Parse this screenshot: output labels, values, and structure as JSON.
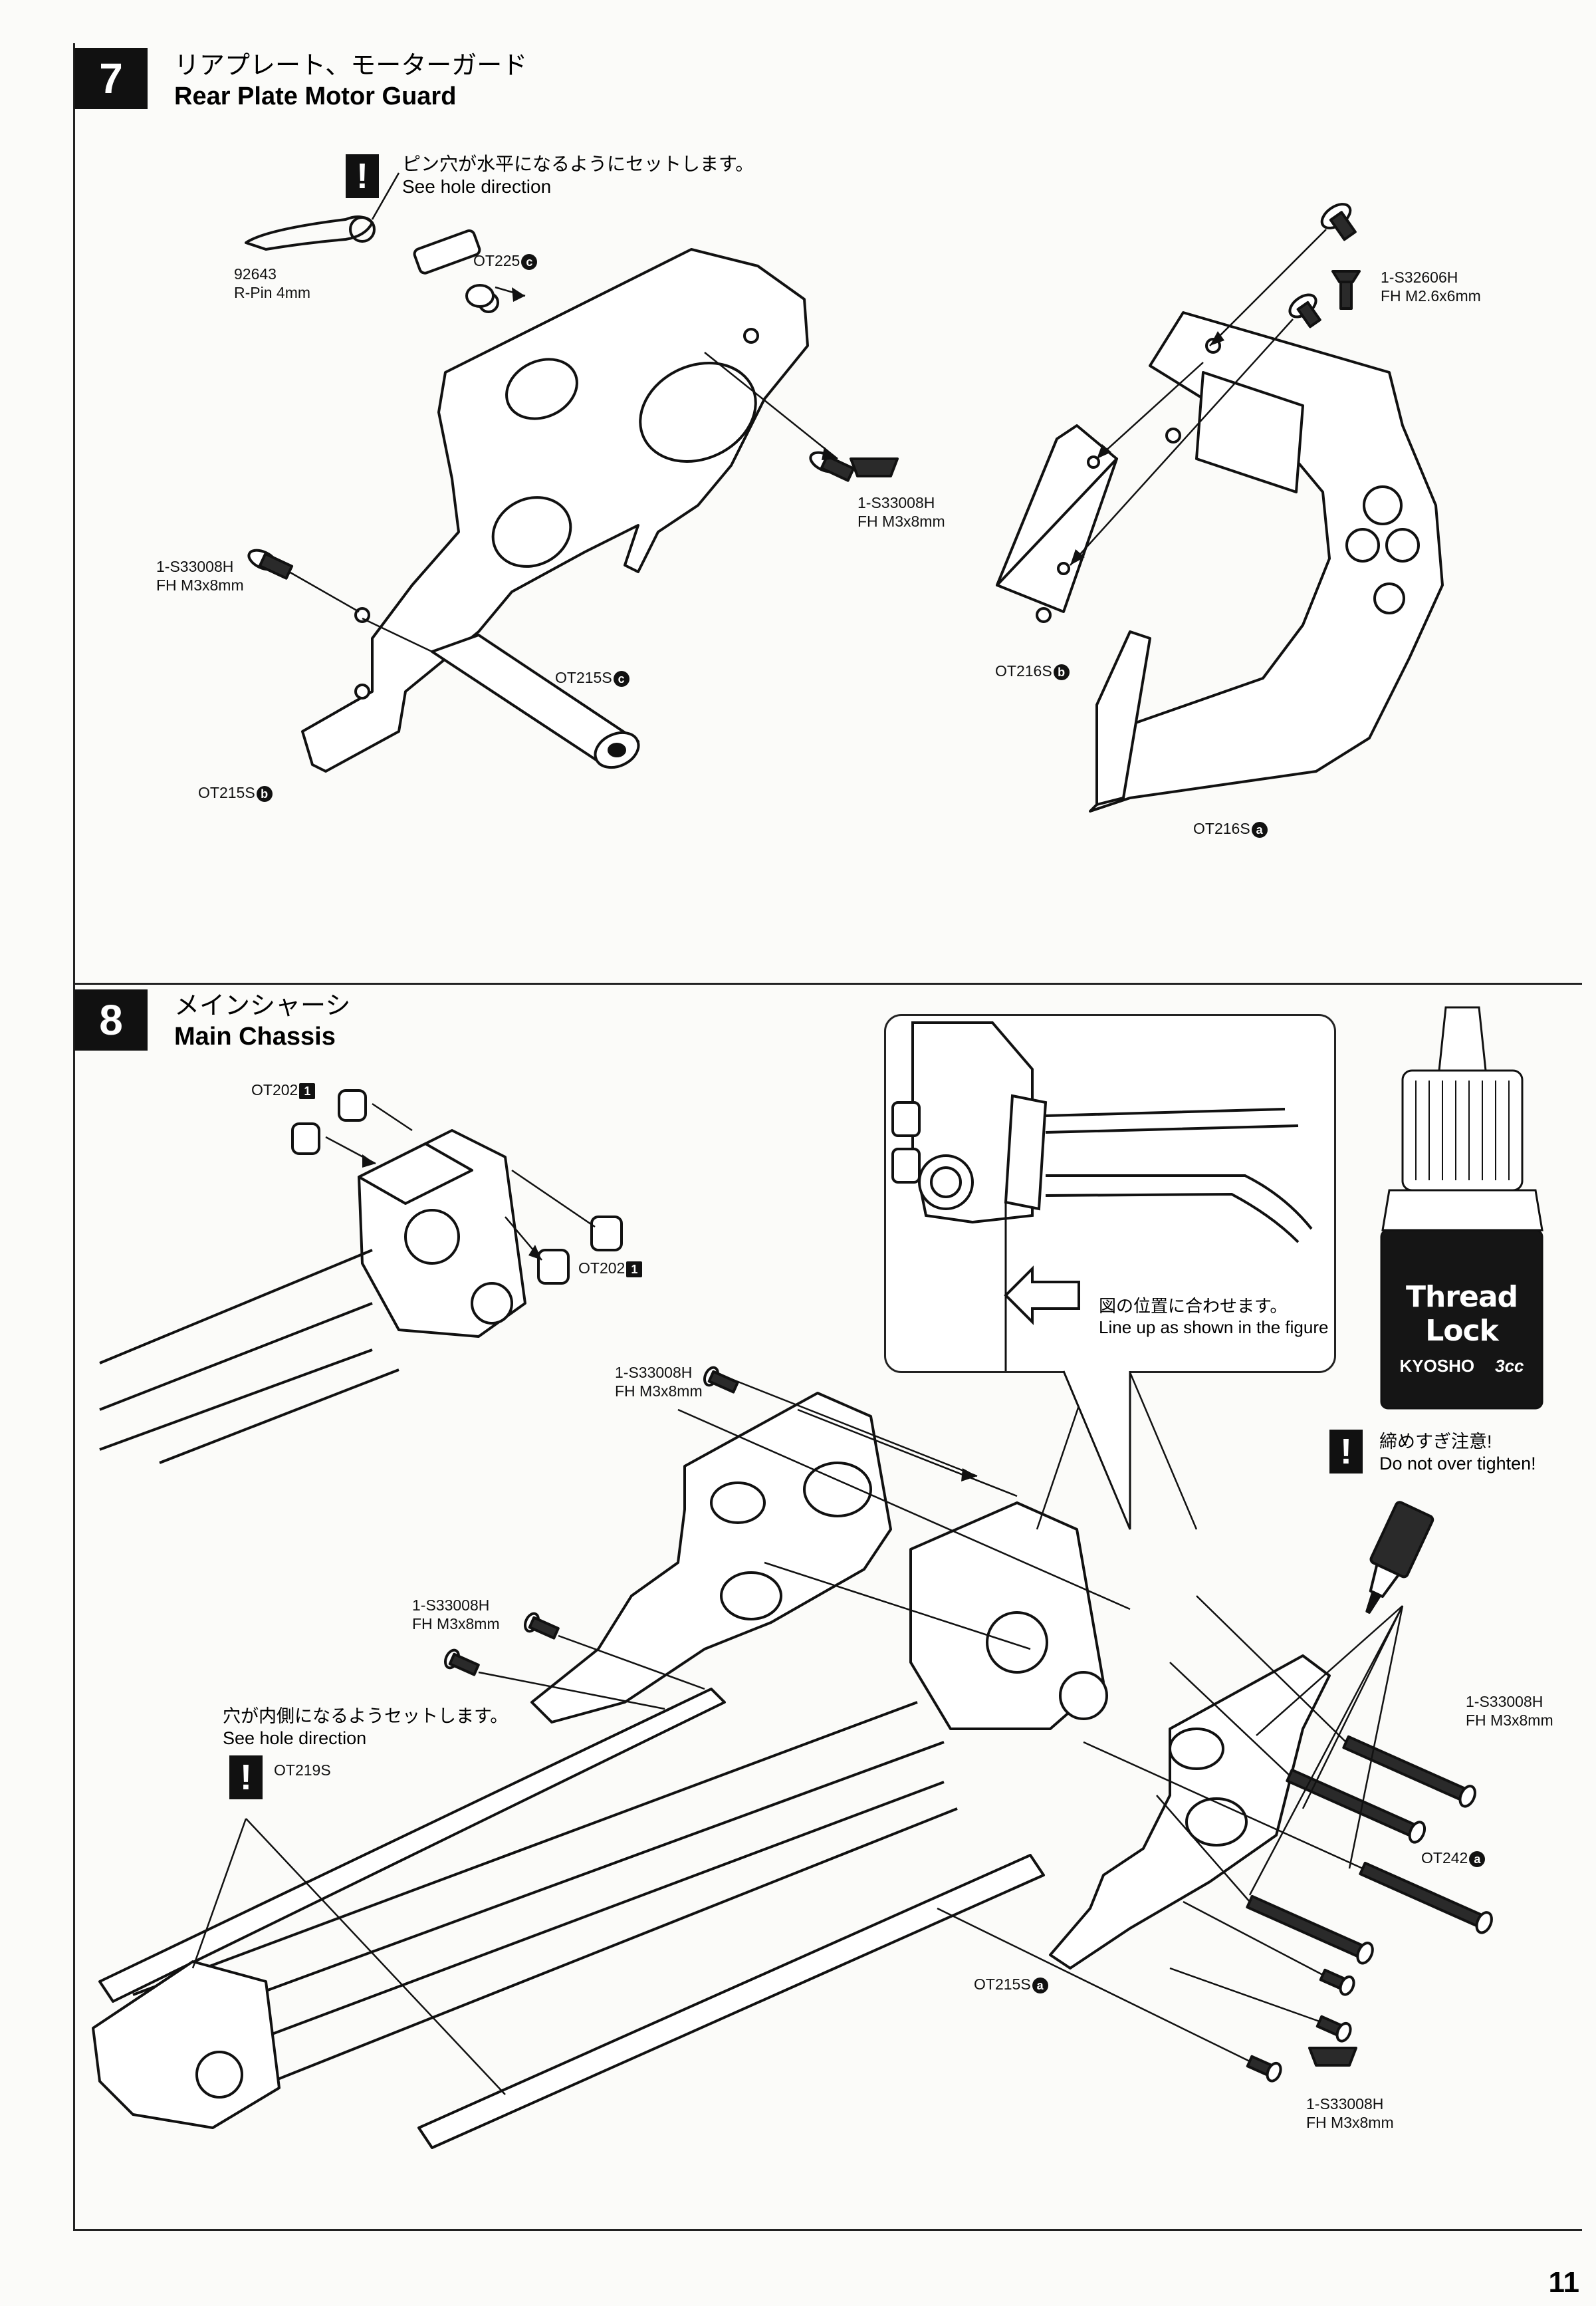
{
  "page_number": "11",
  "step7": {
    "number": "7",
    "title_jp": "リアプレート、モーターガード",
    "title_en": "Rear Plate Motor Guard",
    "note_jp": "ピン穴が水平になるようにセットします。",
    "note_en": "See hole direction",
    "labels": {
      "rpin_code": "92643",
      "rpin_name": "R-Pin 4mm",
      "ot225": "OT225",
      "ot225_badge": "c",
      "screw_a_code": "1-S33008H",
      "screw_a_name": "FH M3x8mm",
      "screw_b_code": "1-S33008H",
      "screw_b_name": "FH M3x8mm",
      "ot215_c": "OT215S",
      "ot215_c_badge": "c",
      "ot215_b": "OT215S",
      "ot215_b_badge": "b",
      "screw_c_code": "1-S32606H",
      "screw_c_name": "FH M2.6x6mm",
      "ot216_b": "OT216S",
      "ot216_b_badge": "b",
      "ot216_a": "OT216S",
      "ot216_a_badge": "a"
    }
  },
  "step8": {
    "number": "8",
    "title_jp": "メインシャーシ",
    "title_en": "Main Chassis",
    "callout_jp": "図の位置に合わせます。",
    "callout_en": "Line up as shown in the figure",
    "thread_lock": {
      "brand": "Thread Lock",
      "maker": "KYOSHO",
      "volume": "3cc"
    },
    "warning_jp": "締めすぎ注意!",
    "warning_en": "Do not over tighten!",
    "hole_note_jp": "穴が内側になるようセットします。",
    "hole_note_en": "See hole direction",
    "labels": {
      "ot202_top": "OT202",
      "ot202_top_badge": "1",
      "ot202_right": "OT202",
      "ot202_right_badge": "1",
      "screw_top_code": "1-S33008H",
      "screw_top_name": "FH M3x8mm",
      "screw_mid_code": "1-S33008H",
      "screw_mid_name": "FH M3x8mm",
      "screw_right_code": "1-S33008H",
      "screw_right_name": "FH M3x8mm",
      "screw_bottom_code": "1-S33008H",
      "screw_bottom_name": "FH M3x8mm",
      "ot219": "OT219S",
      "ot242": "OT242",
      "ot242_badge": "a",
      "ot215_a": "OT215S",
      "ot215_a_badge": "a"
    }
  },
  "colors": {
    "ink": "#111111",
    "paper": "#fbfbf9",
    "part_fill": "#ffffff",
    "screw_fill": "#2a2a2a"
  }
}
